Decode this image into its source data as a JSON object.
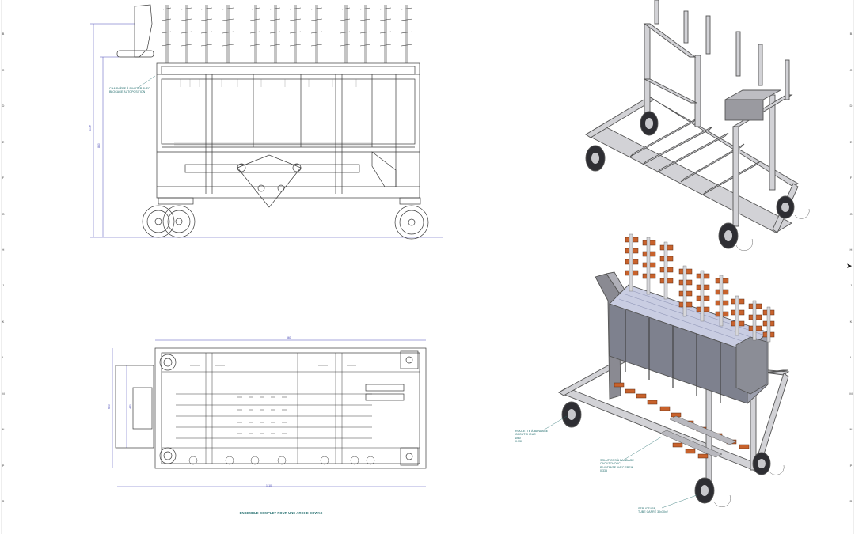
{
  "drawing": {
    "title": "ENSEMBLE COMPLET POUR UNE ARCHE DOWAX",
    "callouts": {
      "side_pedal": "CHARNIÈRE À PIVOTER AVEC\nBLOCAGE AUTOPOSITION",
      "iso_wheel": "ROULETTE À BANDAGE\nCAOUTCHOUC\nØ80\n0.330",
      "iso_clamp": "SOLUTIONS À BANDAGE\nCAOUTCHOUC\nPIVOTANTE AVEC FREIN\n0.335",
      "iso_frame": "STRUCTURE\nTUBE CARRÉ 30x30x2"
    },
    "dimensions": {
      "side_height_total": "1158",
      "side_height_top": "860",
      "plan_width_top": "560",
      "plan_depth_left": "600",
      "plan_depth_inner": "470",
      "plan_width_bottom": "1110"
    },
    "zone_letters": [
      "B",
      "C",
      "D",
      "E",
      "F",
      "G",
      "H",
      "J",
      "K",
      "L",
      "M",
      "N",
      "P",
      "R"
    ],
    "sheet_arrow": "➤"
  },
  "colors": {
    "line": "#3a3a3a",
    "dimension": "#3b3bb0",
    "annotation": "#1f6b6b",
    "steel_light": "#c8c8cc",
    "steel_dark": "#6e6e74",
    "clamp_orange": "#c8622c",
    "panel_blue": "#c9cde2"
  }
}
